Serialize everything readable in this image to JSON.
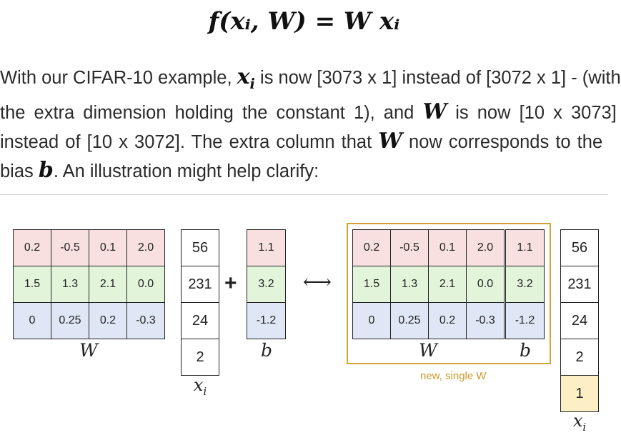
{
  "formula": "f(xᵢ, W) = W xᵢ",
  "paragraph": {
    "line1_a": "With our CIFAR-10 example, ",
    "line1_b": " is now [3073 x 1] instead of [3072 x 1] - (with",
    "line2_a": "the extra dimension holding the constant 1), and ",
    "line2_b": " is now [10 x 3073]",
    "line3_a": "instead of [10 x 3072]. The extra column that ",
    "line3_b": " now corresponds to the",
    "line4_a": "bias ",
    "line4_b": ". An illustration might help clarify:",
    "sym_x": "x",
    "sym_i": "i",
    "sym_W": "W",
    "sym_b": "b"
  },
  "diagram": {
    "W_rows": [
      [
        "0.2",
        "-0.5",
        "0.1",
        "2.0"
      ],
      [
        "1.5",
        "1.3",
        "2.1",
        "0.0"
      ],
      [
        "0",
        "0.25",
        "0.2",
        "-0.3"
      ]
    ],
    "x_values": [
      "56",
      "231",
      "24",
      "2"
    ],
    "b_values": [
      "1.1",
      "3.2",
      "-1.2"
    ],
    "x_aug_values": [
      "56",
      "231",
      "24",
      "2",
      "1"
    ],
    "label_W": "W",
    "label_b": "b",
    "label_x": "x",
    "label_i": "i",
    "plus": "+",
    "arrow": "⟷",
    "caption": "new, single W"
  },
  "colors": {
    "row0": "#f8e0e0",
    "row1": "#e2f5db",
    "row2": "#dfe7f6",
    "bias_one": "#fcefc6",
    "frame": "#d4a235"
  }
}
